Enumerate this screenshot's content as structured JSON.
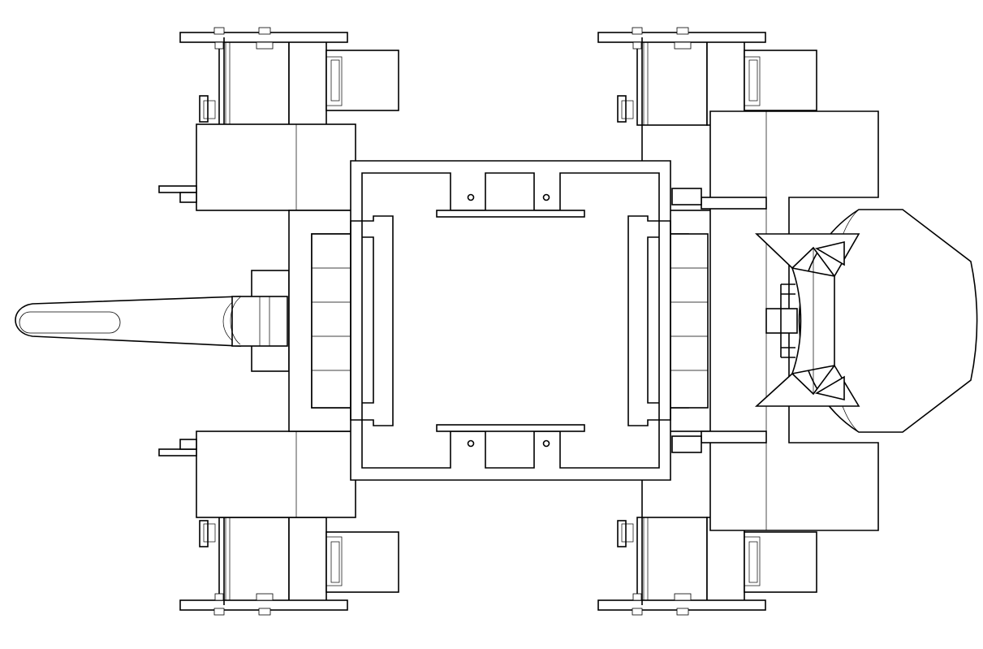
{
  "drawing": {
    "kind": "line-drawing",
    "view": "top",
    "subject": "tracked-robot-chassis",
    "stroke_color": "#000000",
    "background_color": "#ffffff",
    "components": [
      "left-arm",
      "central-frame",
      "track-assembly-top-left",
      "track-assembly-bottom-left",
      "track-assembly-top-right",
      "track-assembly-bottom-right",
      "front-gripper"
    ]
  }
}
